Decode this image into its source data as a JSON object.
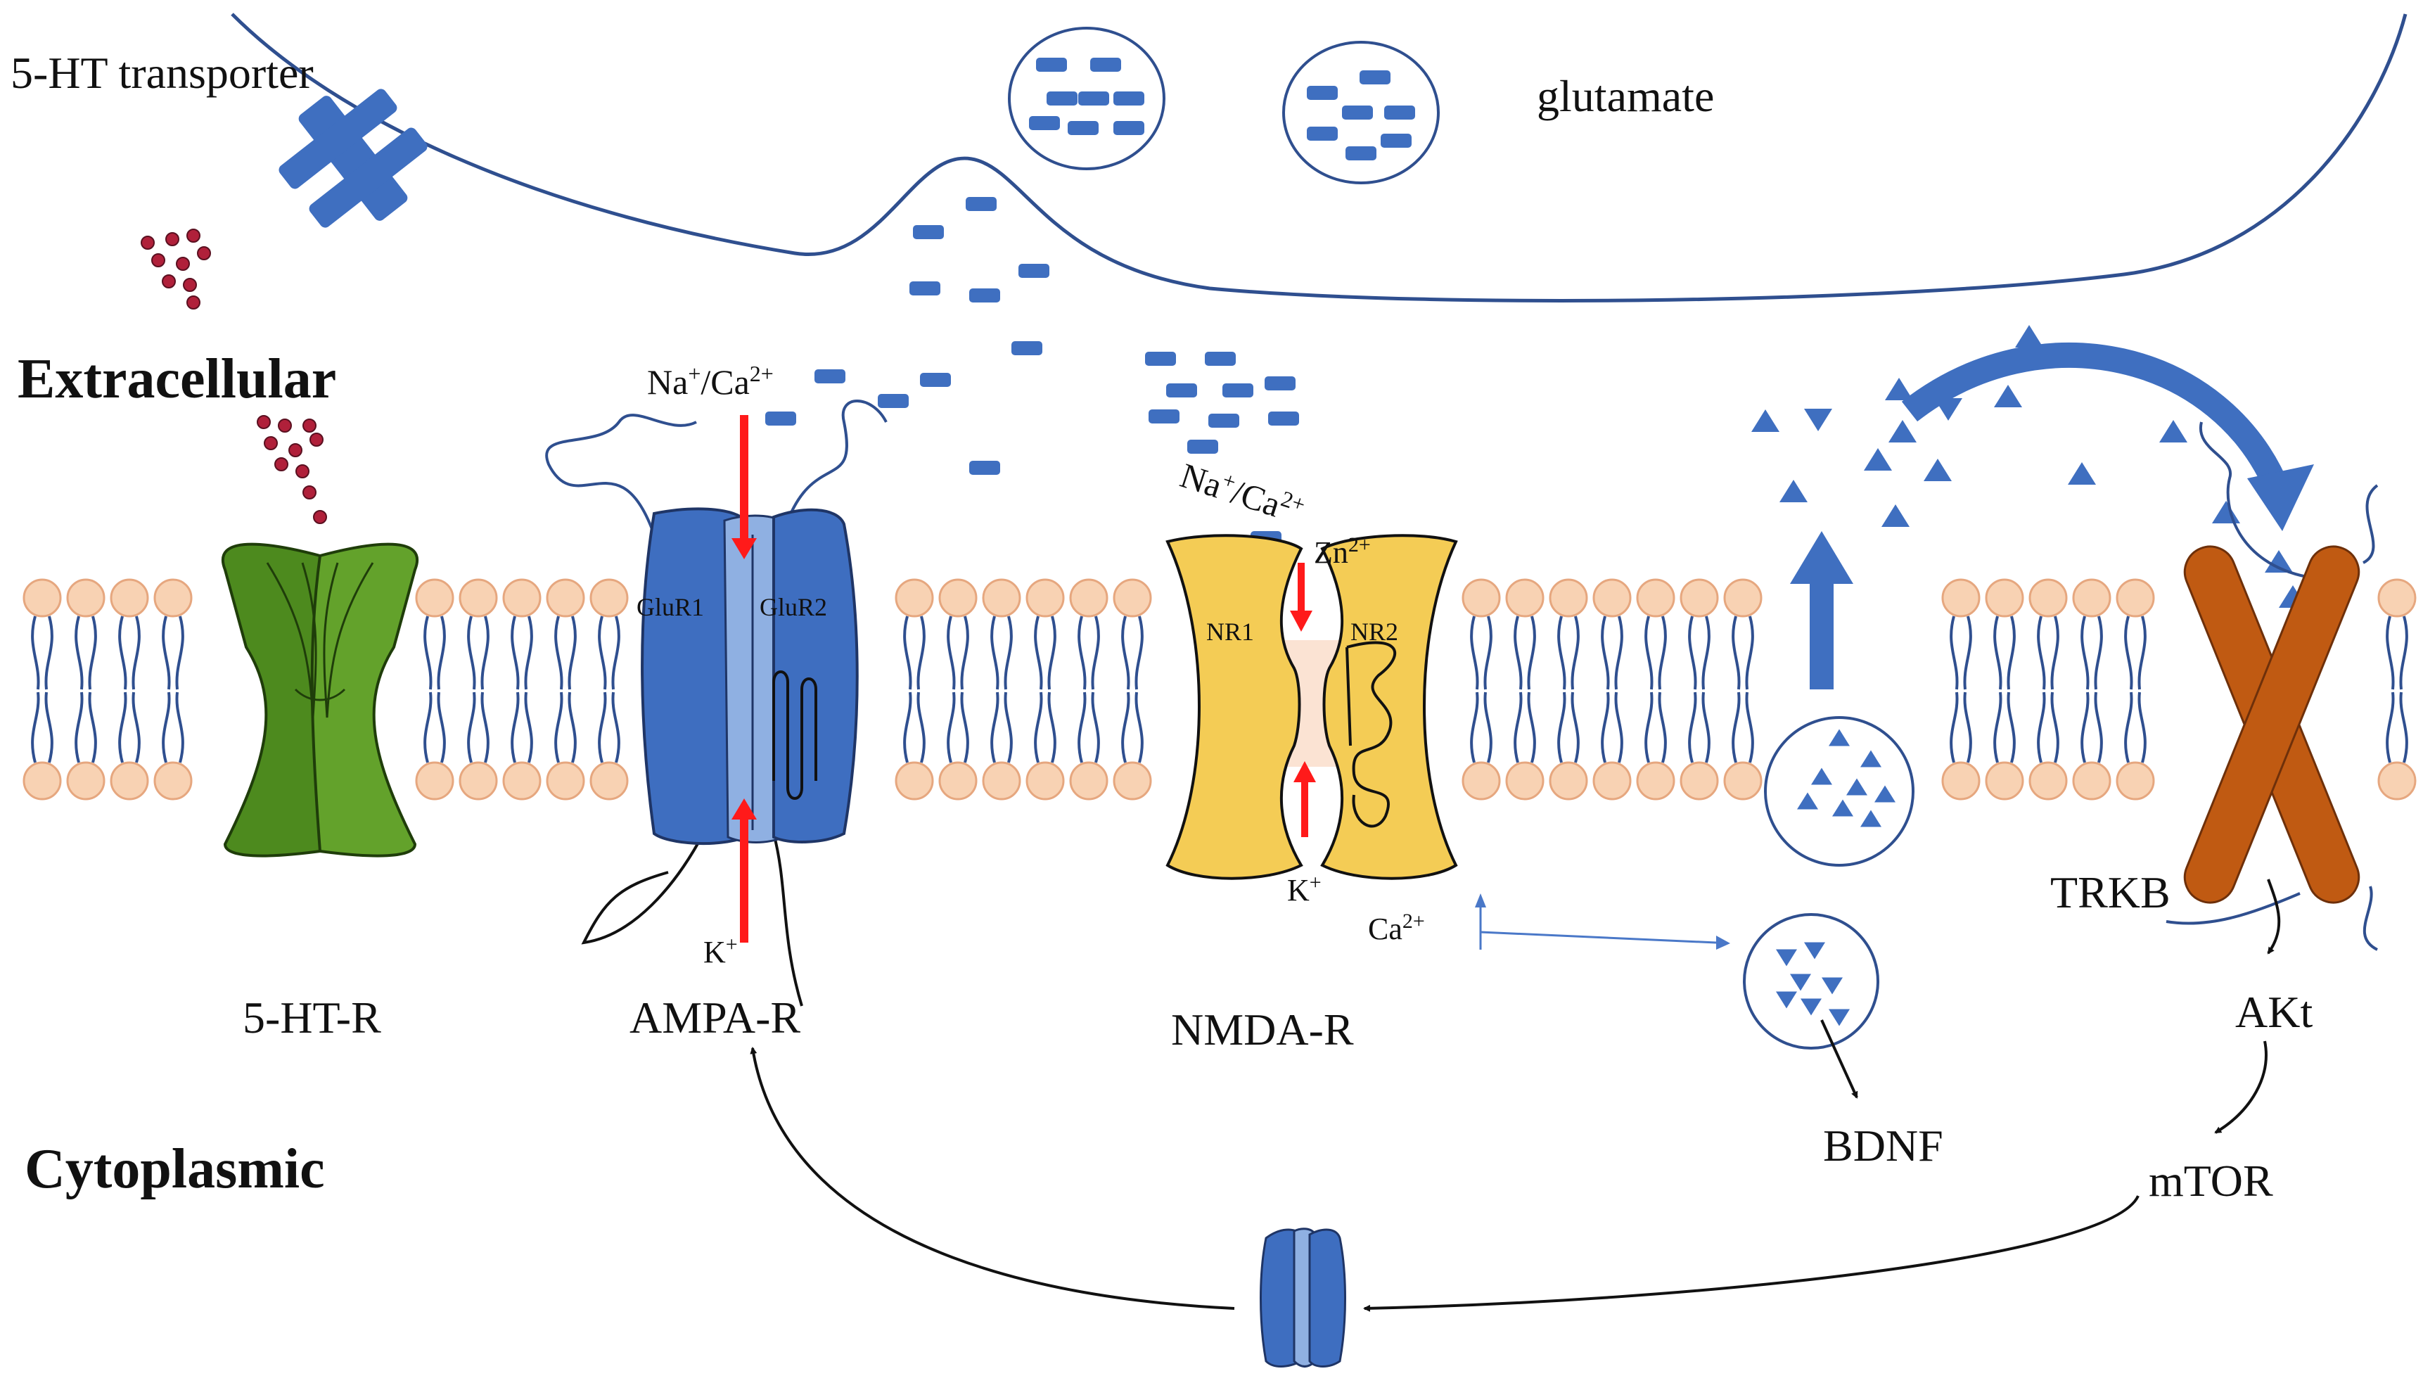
{
  "labels": {
    "transporter": "5-HT transporter",
    "glutamate": "glutamate",
    "extracellular": "Extracellular",
    "cytoplasmic": "Cytoplasmic",
    "ht_r": "5-HT-R",
    "ampa_r": "AMPA-R",
    "nmda_r": "NMDA-R",
    "bdnf": "BDNF",
    "trkb": "TRKB",
    "akt": "AKt",
    "mtor": "mTOR",
    "glur1": "GluR1",
    "glur2": "GluR2",
    "nr1": "NR1",
    "nr2": "NR2",
    "ampa_ion_base": "Na",
    "ampa_ion_sup1": "+",
    "ampa_ion_mid": "/Ca",
    "ampa_ion_sup2": "2+",
    "nmda_ion_base": "Na",
    "nmda_ion_sup1": "+",
    "nmda_ion_mid": "/Ca",
    "nmda_ion_sup2": "2+",
    "zn_base": "Zn",
    "zn_sup": "2+",
    "k_base": "K",
    "k_sup": "+",
    "ca_base": "Ca",
    "ca_sup": "2+"
  },
  "colors": {
    "membrane_head": "#f8d2b3",
    "membrane_tail": "#2f4f8f",
    "glutamate": "#3f6fc0",
    "ht_receptor": "#4d8a1e",
    "ampa": "#3e6ec0",
    "ampa_light": "#8fb0e2",
    "nmda": "#f4cc55",
    "trkb": "#c05a12",
    "ion_arrow": "#ff1a1a",
    "serotonin": "#b0203a"
  }
}
